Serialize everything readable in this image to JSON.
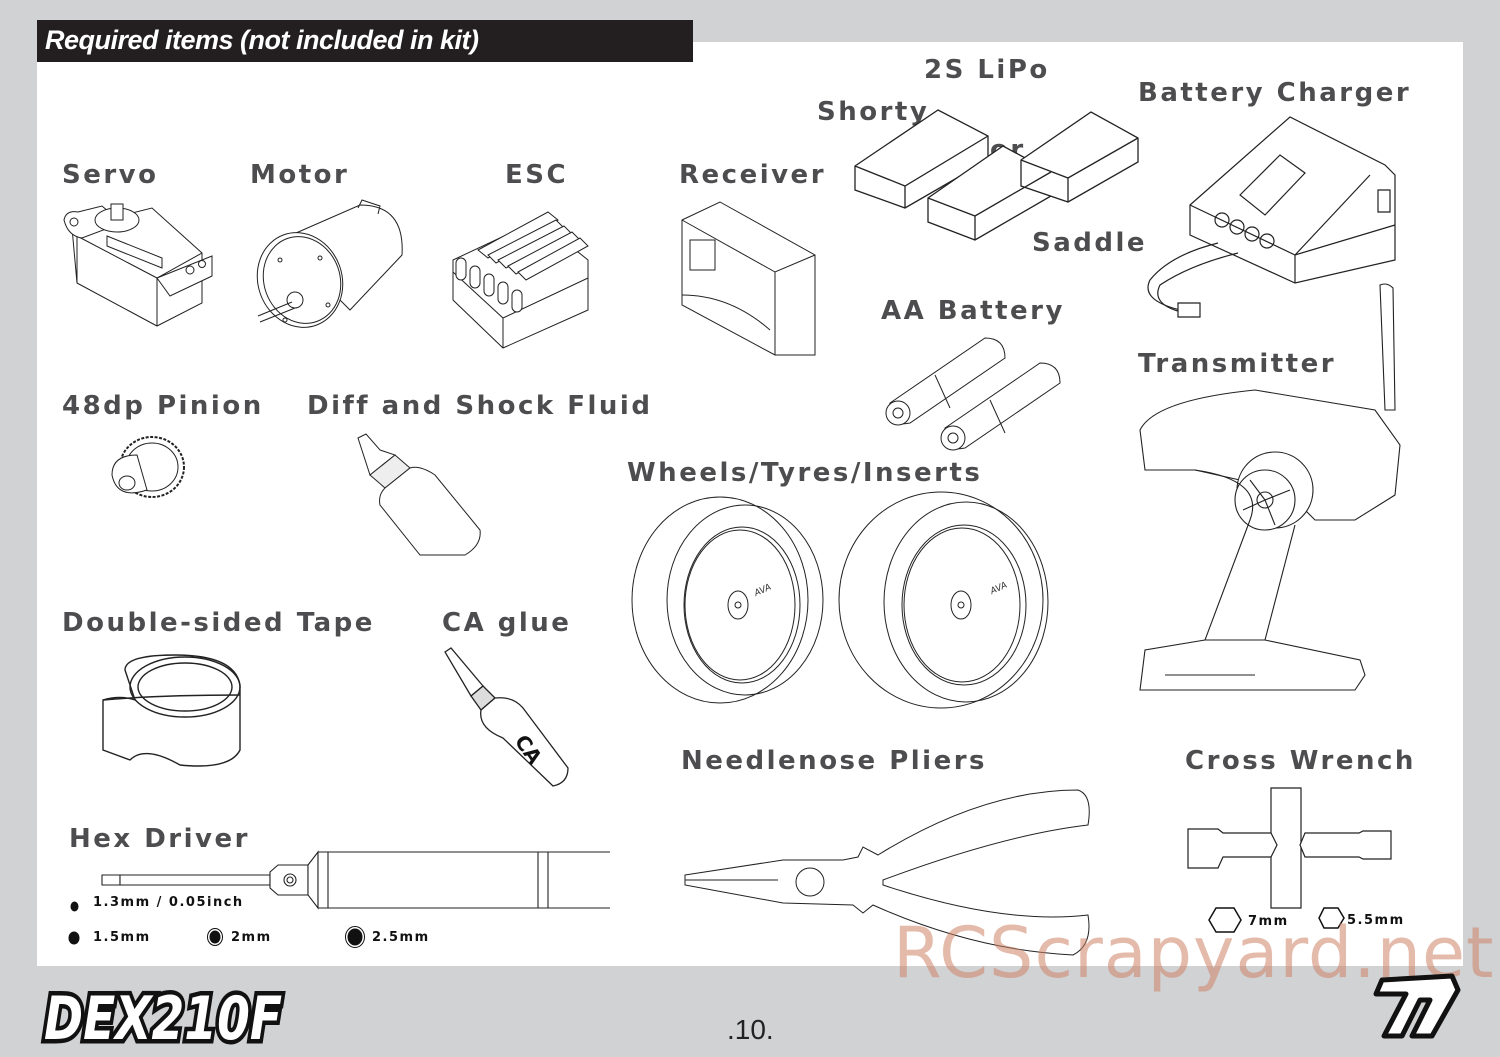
{
  "page": {
    "section_title": "Required items (not included in kit)",
    "page_number": ".10.",
    "brand_logo": "DEX210F",
    "maker_logo": "TD",
    "watermark": "RCScrapyard.net"
  },
  "items": {
    "servo": {
      "label": "Servo",
      "icon": "servo-icon"
    },
    "motor": {
      "label": "Motor",
      "icon": "motor-icon"
    },
    "esc": {
      "label": "ESC",
      "icon": "esc-icon"
    },
    "receiver": {
      "label": "Receiver",
      "icon": "receiver-icon"
    },
    "lipo": {
      "label": "2S LiPo",
      "option_a": "Shorty",
      "separator": "or",
      "option_b": "Saddle",
      "icon": "lipo-battery-icon"
    },
    "charger": {
      "label": "Battery Charger",
      "icon": "battery-charger-icon"
    },
    "aa_battery": {
      "label": "AA Battery",
      "icon": "aa-battery-icon"
    },
    "transmitter": {
      "label": "Transmitter",
      "icon": "transmitter-icon"
    },
    "pinion": {
      "label": "48dp Pinion",
      "icon": "pinion-gear-icon"
    },
    "fluid": {
      "label": "Diff and Shock Fluid",
      "icon": "fluid-bottle-icon"
    },
    "wheels": {
      "label": "Wheels/Tyres/Inserts",
      "icon": "wheel-icon",
      "hub_brand": "AVA"
    },
    "tape": {
      "label": "Double-sided Tape",
      "icon": "tape-roll-icon"
    },
    "ca_glue": {
      "label": "CA glue",
      "icon": "ca-glue-icon",
      "bottle_text": "CA"
    },
    "pliers": {
      "label": "Needlenose Pliers",
      "icon": "pliers-icon"
    },
    "cross_wrench": {
      "label": "Cross Wrench",
      "icon": "cross-wrench-icon",
      "sizes": [
        "7mm",
        "5.5mm"
      ]
    },
    "hex_driver": {
      "label": "Hex Driver",
      "icon": "hex-driver-icon",
      "sizes": [
        "1.3mm / 0.05inch",
        "1.5mm",
        "2mm",
        "2.5mm"
      ]
    }
  }
}
